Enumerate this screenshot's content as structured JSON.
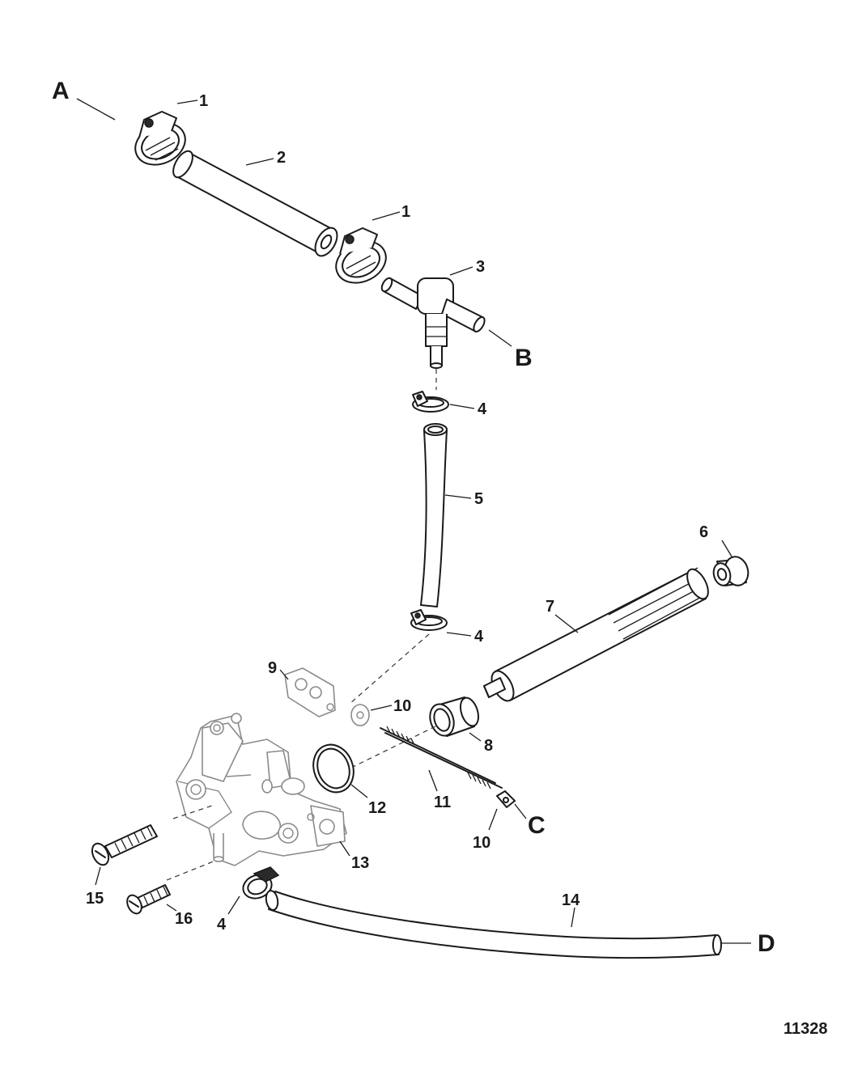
{
  "diagram": {
    "callouts": {
      "c1a": "1",
      "c1b": "1",
      "c2": "2",
      "c3": "3",
      "c4a": "4",
      "c4b": "4",
      "c4c": "4",
      "c5": "5",
      "c6": "6",
      "c7": "7",
      "c8": "8",
      "c9": "9",
      "c10a": "10",
      "c10b": "10",
      "c11": "11",
      "c12": "12",
      "c13": "13",
      "c14": "14",
      "c15": "15",
      "c16": "16"
    },
    "connections": {
      "A": "A",
      "B": "B",
      "C": "C",
      "D": "D"
    },
    "figure_number": "11328"
  }
}
